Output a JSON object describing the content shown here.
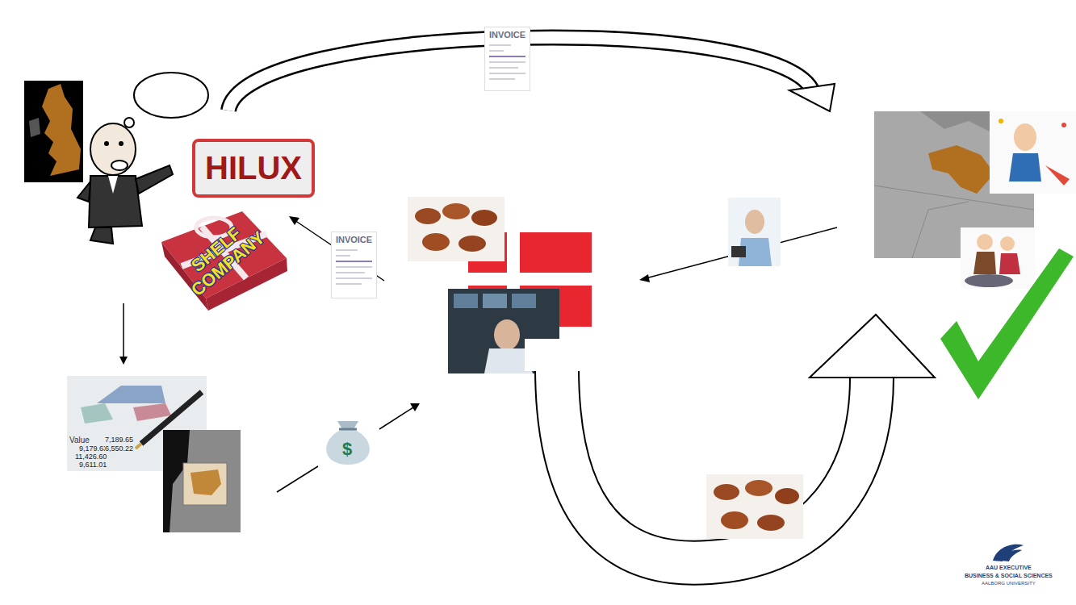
{
  "diagram": {
    "nodes": [
      {
        "text": [
          "INVOICE"
        ]
      },
      {
        "text": [
          "HILUX"
        ]
      },
      {
        "text": [
          "SHELF COMPANY"
        ]
      },
      {
        "text": [
          "INVOICE"
        ]
      }
    ],
    "labels": [
      "Value",
      "9,179.63",
      "11,426.60",
      "9,611.01",
      "7,189.65",
      "6,550.22",
      "$",
      "AAU EXECUTIVE",
      "BUSINESS & SOCIAL SCIENCES",
      "AALBORG UNIVERSITY"
    ]
  }
}
